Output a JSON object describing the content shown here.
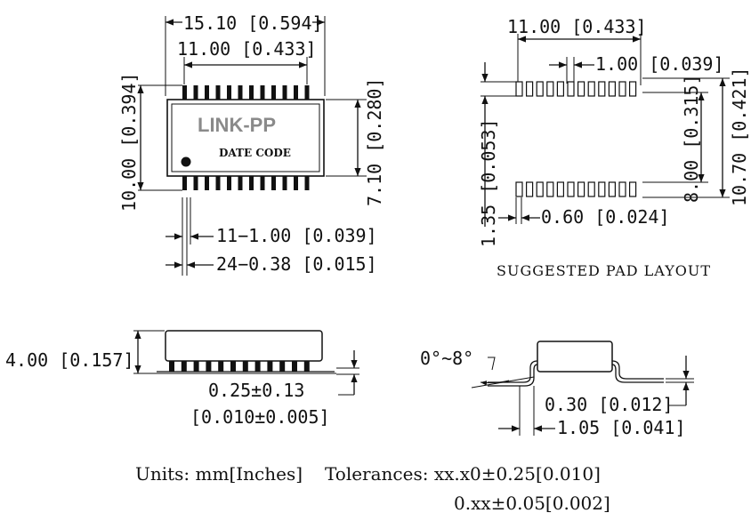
{
  "top_view": {
    "overall_length": "15.10 [0.594]",
    "pin_span": "11.00 [0.433]",
    "overall_width": "10.00 [0.394]",
    "body_width": "7.10 [0.280]",
    "pitch": "11−1.00 [0.039]",
    "lead_width": "24−0.38 [0.015]",
    "brand_text": "LINK-PP",
    "date_code_text": "DATE CODE"
  },
  "pad_layout": {
    "pad_span": "11.00 [0.433]",
    "pad_pitch": "1.00 [0.039]",
    "pad_length": "1.35 [0.053]",
    "inner_spacing": "8.00 [0.315]",
    "outer_spacing": "10.70 [0.421]",
    "pad_width": "0.60 [0.024]",
    "caption": "SUGGESTED PAD LAYOUT"
  },
  "side_view": {
    "height": "4.00 [0.157]",
    "standoff_mm": "0.25±0.13",
    "standoff_in": "[0.010±0.005]"
  },
  "end_view": {
    "angle": "0°~8°",
    "lead_thickness": "0.30 [0.012]",
    "foot_length": "1.05 [0.041]"
  },
  "notes": {
    "units_line": "Units: mm[Inches]",
    "tolerance_line1": "Tolerances: xx.x0±0.25[0.010]",
    "tolerance_line2": "0.xx±0.05[0.002]"
  }
}
